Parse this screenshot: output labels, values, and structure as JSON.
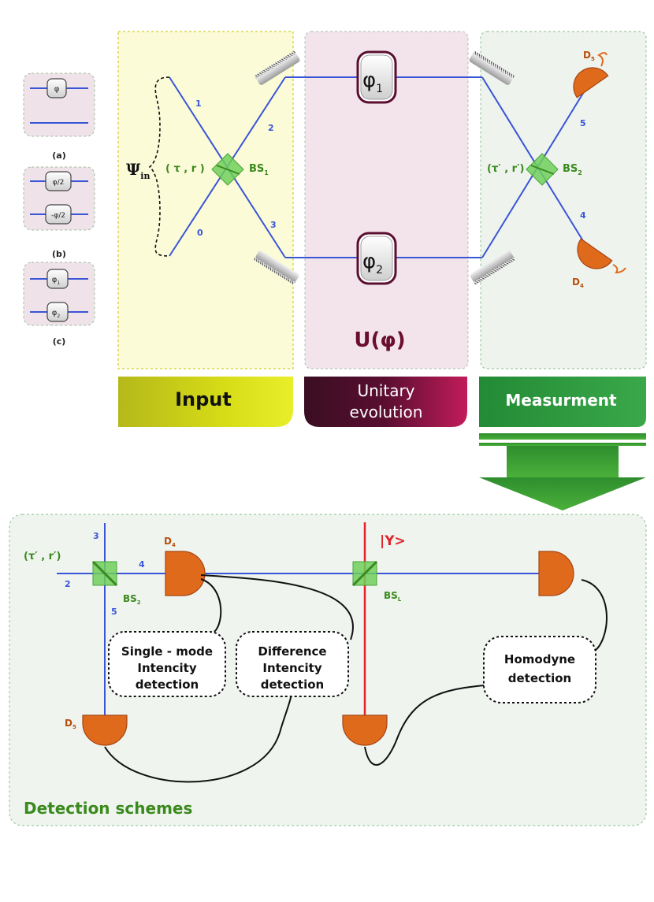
{
  "insets": {
    "a": {
      "label": "(a)",
      "phase": "φ"
    },
    "b": {
      "label": "(b)",
      "phase_top": "φ/2",
      "phase_bottom": "-φ/2"
    },
    "c": {
      "label": "(c)",
      "phase_top": "φ",
      "phase_top_sub": "1",
      "phase_bottom": "φ",
      "phase_bottom_sub": "2"
    }
  },
  "top": {
    "psi": "Ψ",
    "psi_sub": "in",
    "bs1_params": "( τ , r )",
    "bs1": "BS",
    "bs1_sub": "1",
    "bs2_params": "(τ′ , r′)",
    "bs2": "BS",
    "bs2_sub": "2",
    "ports": {
      "p0": "0",
      "p1": "1",
      "p2": "2",
      "p3": "3",
      "p4": "4",
      "p5": "5"
    },
    "phase1": "φ",
    "phase1_sub": "1",
    "phase2": "φ",
    "phase2_sub": "2",
    "unitary": "U(φ)",
    "d5": "D",
    "d5_sub": "5",
    "d4": "D",
    "d4_sub": "4"
  },
  "banners": {
    "input": "Input",
    "unitary_line1": "Unitary",
    "unitary_line2": "evolution",
    "measurement": "Measurment"
  },
  "bottom": {
    "title": "Detection schemes",
    "bs2_params": "(τ′ , r′)",
    "bs2": "BS",
    "bs2_sub": "2",
    "bsl": "BS",
    "bsl_sub": "L",
    "ports": {
      "p2": "2",
      "p3": "3",
      "p4": "4",
      "p5": "5"
    },
    "d4": "D",
    "d4_sub": "4",
    "d5": "D",
    "d5_sub": "5",
    "y_state": "|Y>",
    "box_single": [
      "Single - mode",
      "Intencity",
      "detection"
    ],
    "box_difference": [
      "Difference",
      "Intencity",
      "detection"
    ],
    "box_homodyne": [
      "Homodyne",
      "detection"
    ]
  },
  "colors": {
    "beam": "#3a55d6",
    "laser": "#e0242a",
    "green_text": "#3a8a1e",
    "detector": "#e06a1c",
    "phase_label": "#6b0d2e"
  }
}
